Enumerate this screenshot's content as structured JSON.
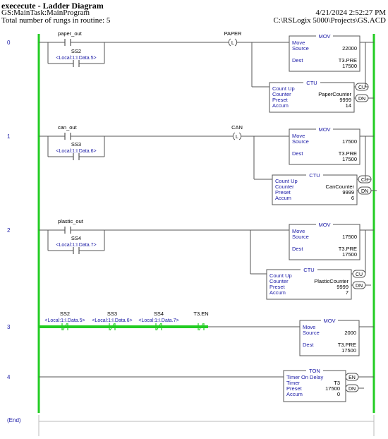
{
  "header": {
    "title": "exececute - Ladder Diagram",
    "path": "GS:MainTask:MainProgram",
    "rung_count": "Total number of rungs in routine: 5",
    "timestamp": "4/21/2024 2:52:27 PM",
    "file_path": "C:\\RSLogix 5000\\Projects\\GS.ACD"
  },
  "colors": {
    "rail": "#22cc22",
    "energized": "#22cc22",
    "wire": "#555555",
    "label_blue": "#1a1aa6",
    "rung_number": "#1a1aa6",
    "box_label": "#1a1aa6"
  },
  "rungs": [
    {
      "number": "0",
      "contacts": [
        {
          "name": "paper_out"
        },
        {
          "name": "SS2",
          "alias": "<Local:1:I.Data.5>"
        }
      ],
      "coil": {
        "name": "PAPER",
        "symbol": "L"
      },
      "mov": {
        "title": "MOV",
        "line1": "Move",
        "source_label": "Source",
        "source_value": "22000",
        "dest_label": "Dest",
        "dest_tag": "T3.PRE",
        "dest_value": "17500"
      },
      "ctu": {
        "title": "CTU",
        "line1": "Count Up",
        "counter_label": "Counter",
        "counter_value": "PaperCounter",
        "preset_label": "Preset",
        "preset_value": "9999",
        "accum_label": "Accum",
        "accum_value": "14",
        "cu": "CU",
        "dn": "DN"
      }
    },
    {
      "number": "1",
      "contacts": [
        {
          "name": "can_out"
        },
        {
          "name": "SS3",
          "alias": "<Local:1:I.Data.6>"
        }
      ],
      "coil": {
        "name": "CAN",
        "symbol": "L"
      },
      "mov": {
        "title": "MOV",
        "line1": "Move",
        "source_label": "Source",
        "source_value": "17500",
        "dest_label": "Dest",
        "dest_tag": "T3.PRE",
        "dest_value": "17500"
      },
      "ctu": {
        "title": "CTU",
        "line1": "Count Up",
        "counter_label": "Counter",
        "counter_value": "CanCounter",
        "preset_label": "Preset",
        "preset_value": "9999",
        "accum_label": "Accum",
        "accum_value": "6",
        "cu": "CU",
        "dn": "DN"
      }
    },
    {
      "number": "2",
      "contacts": [
        {
          "name": "plastic_out"
        },
        {
          "name": "SS4",
          "alias": "<Local:1:I.Data.7>"
        }
      ],
      "mov": {
        "title": "MOV",
        "line1": "Move",
        "source_label": "Source",
        "source_value": "17500",
        "dest_label": "Dest",
        "dest_tag": "T3.PRE",
        "dest_value": "17500"
      },
      "ctu": {
        "title": "CTU",
        "line1": "Count Up",
        "counter_label": "Counter",
        "counter_value": "PlasticCounter",
        "preset_label": "Preset",
        "preset_value": "9999",
        "accum_label": "Accum",
        "accum_value": "7",
        "cu": "CU",
        "dn": "DN"
      }
    },
    {
      "number": "3",
      "contacts": [
        {
          "name": "SS2",
          "alias": "<Local:1:I.Data.5>"
        },
        {
          "name": "SS3",
          "alias": "<Local:1:I.Data.6>"
        },
        {
          "name": "SS4",
          "alias": "<Local:1:I.Data.7>"
        },
        {
          "name": "T3.EN",
          "alias": ""
        }
      ],
      "mov": {
        "title": "MOV",
        "line1": "Move",
        "source_label": "Source",
        "source_value": "2000",
        "dest_label": "Dest",
        "dest_tag": "T3.PRE",
        "dest_value": "17500"
      }
    },
    {
      "number": "4",
      "ton": {
        "title": "TON",
        "line1": "Timer On Delay",
        "timer_label": "Timer",
        "timer_value": "T3",
        "preset_label": "Preset",
        "preset_value": "17500",
        "accum_label": "Accum",
        "accum_value": "0",
        "en": "EN",
        "dn": "DN"
      }
    }
  ],
  "end_label": "(End)"
}
